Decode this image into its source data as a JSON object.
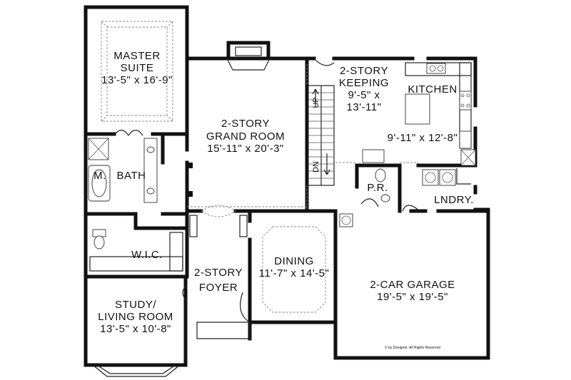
{
  "rooms": {
    "master_suite": {
      "name_line1": "MASTER",
      "name_line2": "SUITE",
      "dims": "13'-5\" x 16'-9\""
    },
    "bath": {
      "m_label": "M.",
      "name": "BATH"
    },
    "wic": {
      "name": "W.I.C."
    },
    "study": {
      "name_line1": "STUDY/",
      "name_line2": "LIVING  ROOM",
      "dims": "13'-5\" x 10'-8\""
    },
    "grand_room": {
      "name_line1": "2-STORY",
      "name_line2": "GRAND ROOM",
      "dims": "15'-11\" x 20'-3\""
    },
    "keeping": {
      "name_line1": "2-STORY",
      "name_line2": "KEEPING",
      "dims_line1": "9'-5\" x",
      "dims_line2": "13'-11\""
    },
    "kitchen": {
      "name": "KITCHEN",
      "dims": "9'-11\" x 12'-8\""
    },
    "powder": {
      "name": "P.R."
    },
    "laundry": {
      "name": "LNDRY."
    },
    "foyer": {
      "name_line1": "2-STORY",
      "name_line2": "FOYER"
    },
    "dining": {
      "name": "DINING",
      "dims": "11'-7\" x 14'-5\""
    },
    "garage": {
      "name": "2-CAR  GARAGE",
      "dims": "19'-5\" x 19'-5\""
    }
  },
  "stairs": {
    "up": "UP",
    "down": "DN"
  },
  "copyright": "© by Designer, All Rights Reserved"
}
